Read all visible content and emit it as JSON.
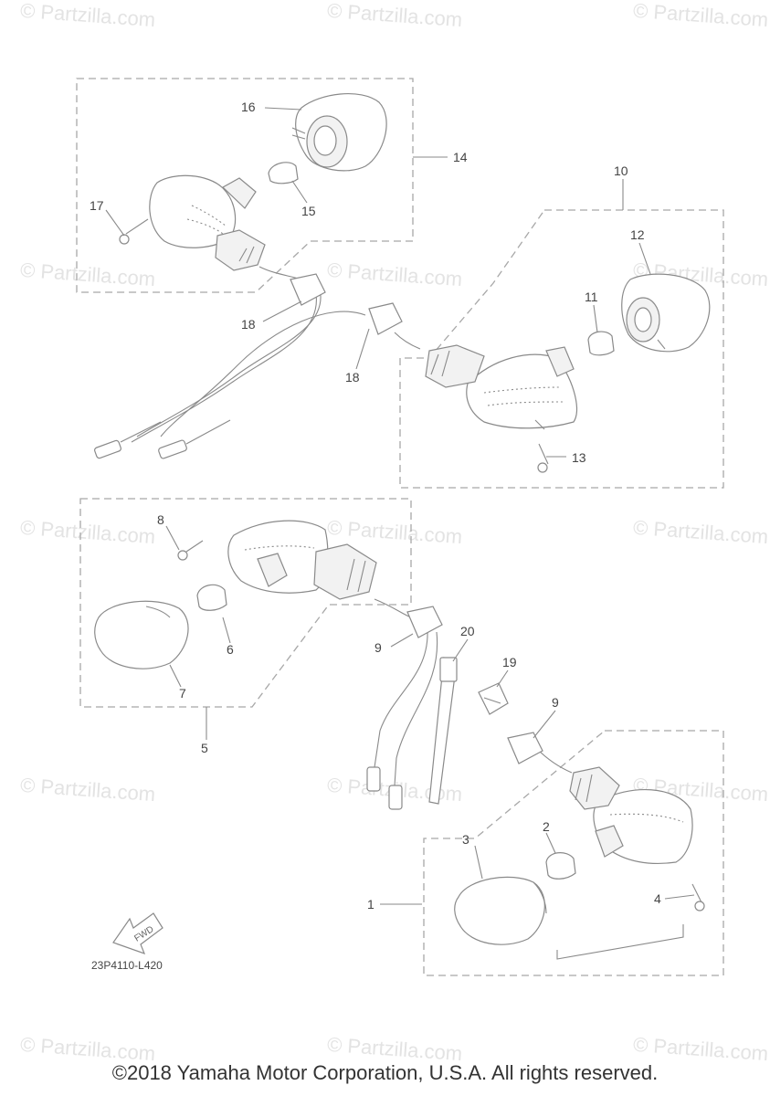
{
  "watermark": "© Partzilla.com",
  "diagram_code": "23P4110-L420",
  "copyright": "©2018 Yamaha Motor Corporation, U.S.A. All rights reserved.",
  "fwd_label": "FWD",
  "callouts": {
    "c1": "1",
    "c2": "2",
    "c3": "3",
    "c4": "4",
    "c5": "5",
    "c6": "6",
    "c7": "7",
    "c8": "8",
    "c9a": "9",
    "c9b": "9",
    "c10": "10",
    "c11": "11",
    "c12": "12",
    "c13": "13",
    "c14": "14",
    "c15": "15",
    "c16": "16",
    "c17": "17",
    "c18a": "18",
    "c18b": "18",
    "c19": "19",
    "c20": "20"
  }
}
